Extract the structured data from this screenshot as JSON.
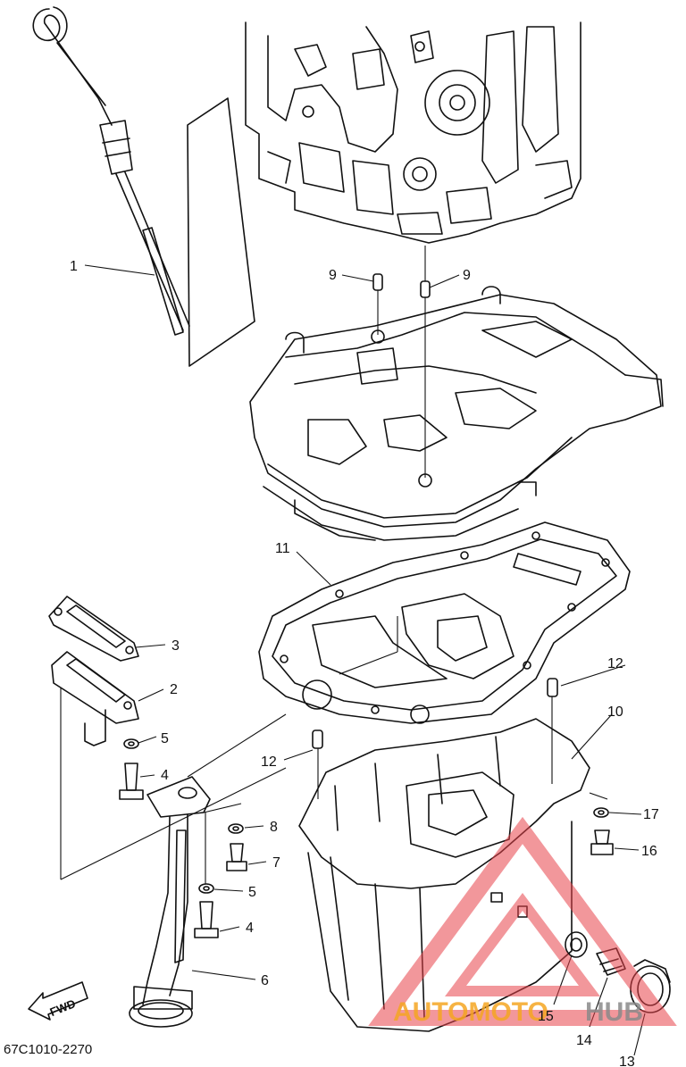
{
  "drawing_code": "67C1010-2270",
  "fwd_label": "FWD",
  "watermark": {
    "brand_a": "AUTOMOTO",
    "brand_b": "HUB",
    "color_a": "#f5a623",
    "color_b": "#8a8a8a",
    "triangle_color": "#e8434b"
  },
  "callouts": [
    {
      "id": "c1",
      "number": "1"
    },
    {
      "id": "c2",
      "number": "2"
    },
    {
      "id": "c3",
      "number": "3"
    },
    {
      "id": "c4a",
      "number": "4"
    },
    {
      "id": "c4b",
      "number": "4"
    },
    {
      "id": "c5a",
      "number": "5"
    },
    {
      "id": "c5b",
      "number": "5"
    },
    {
      "id": "c6",
      "number": "6"
    },
    {
      "id": "c7",
      "number": "7"
    },
    {
      "id": "c8",
      "number": "8"
    },
    {
      "id": "c9a",
      "number": "9"
    },
    {
      "id": "c9b",
      "number": "9"
    },
    {
      "id": "c10",
      "number": "10"
    },
    {
      "id": "c11",
      "number": "11"
    },
    {
      "id": "c12a",
      "number": "12"
    },
    {
      "id": "c12b",
      "number": "12"
    },
    {
      "id": "c13",
      "number": "13"
    },
    {
      "id": "c14",
      "number": "14"
    },
    {
      "id": "c15",
      "number": "15"
    },
    {
      "id": "c16",
      "number": "16"
    },
    {
      "id": "c17",
      "number": "17"
    }
  ]
}
